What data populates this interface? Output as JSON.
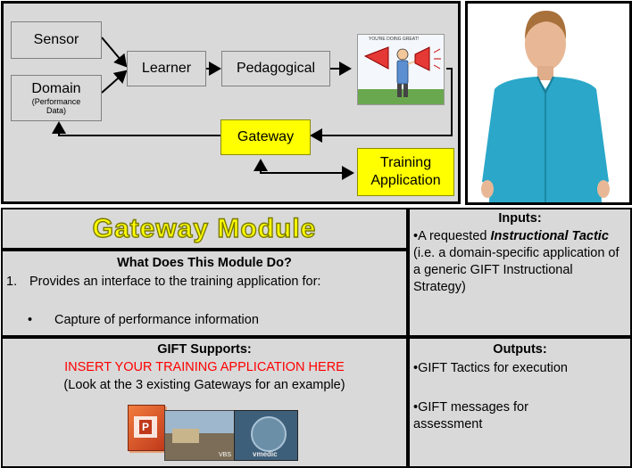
{
  "diagram": {
    "nodes": {
      "sensor": "Sensor",
      "domain": "Domain",
      "domain_sub": "(Performance Data)",
      "learner": "Learner",
      "pedagogical": "Pedagogical",
      "gateway": "Gateway",
      "training_app": "Training Application"
    },
    "cartoon_text": "YOU'RE DOING GREAT!"
  },
  "module": {
    "title": "Gateway Module",
    "what_heading": "What Does This Module Do?",
    "what_item_number": "1.",
    "what_item": "Provides an interface to the training application for:",
    "what_sub_bullet": "Capture of performance information",
    "supports_heading": "GIFT Supports:",
    "supports_insert": "INSERT YOUR TRAINING APPLICATION HERE",
    "supports_note": "(Look at the 3 existing Gateways for an example)",
    "thumb_labels": [
      "VBS",
      "vmedic"
    ]
  },
  "inputs": {
    "heading": "Inputs:",
    "bullet_prefix": "•A requested ",
    "bullet_emph": "Instructional Tactic",
    "bullet_rest": " (i.e. a domain-specific application of a generic GIFT Instructional Strategy)"
  },
  "outputs": {
    "heading": "Outputs:",
    "items": [
      "•GIFT Tactics for execution",
      "•GIFT messages for assessment"
    ]
  },
  "colors": {
    "box_gray": "#d9d9d9",
    "highlight_yellow": "#ffff00",
    "title_yellow": "#ffff00",
    "insert_red": "#ff0000"
  }
}
